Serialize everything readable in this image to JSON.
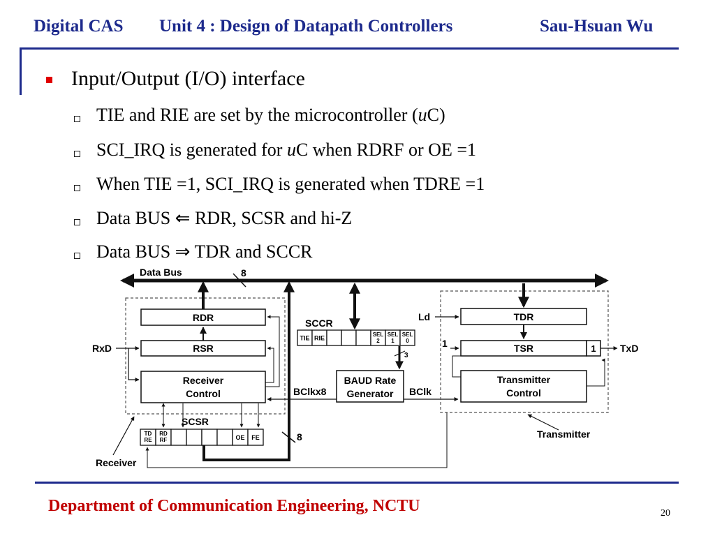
{
  "header": {
    "course": "Digital CAS",
    "unit": "Unit 4 : Design of Datapath Controllers",
    "author": "Sau-Hsuan Wu"
  },
  "main_bullet": "Input/Output (I/O) interface",
  "sub_bullets": [
    {
      "pre": "TIE and RIE are set by the microcontroller (",
      "ital": "u",
      "post": "C)"
    },
    {
      "pre": "SCI_IRQ is generated for ",
      "ital": "u",
      "post": "C when RDRF or OE =1"
    },
    {
      "pre": "When TIE =1, SCI_IRQ is generated when TDRE =1",
      "ital": "",
      "post": ""
    },
    {
      "pre": "Data BUS ⇐ RDR, SCSR and hi-Z",
      "ital": "",
      "post": ""
    },
    {
      "pre": "Data BUS ⇒ TDR and SCCR",
      "ital": "",
      "post": ""
    }
  ],
  "diagram": {
    "data_bus": "Data Bus",
    "bus_width": "8",
    "rdr": "RDR",
    "rsr": "RSR",
    "receiver_control": [
      "Receiver",
      "Control"
    ],
    "rxd": "RxD",
    "sccr": "SCCR",
    "sccr_cells": [
      "TIE",
      "RIE",
      "",
      "",
      "",
      "SEL\n2",
      "SEL\n1",
      "SEL\n0"
    ],
    "sel_width": "3",
    "baud": [
      "BAUD Rate",
      "Generator"
    ],
    "bclkx8": "BClkx8",
    "bclk": "BClk",
    "ld": "Ld",
    "tdr": "TDR",
    "tsr": "TSR",
    "tsr_bit": "1",
    "one_in": "1",
    "txd": "TxD",
    "transmitter_control": [
      "Transmitter",
      "Control"
    ],
    "scsr": "SCSR",
    "scsr_cells": [
      "TD\nRE",
      "RD\nRF",
      "",
      "",
      "",
      "",
      "OE",
      "FE"
    ],
    "bus_width_bottom": "8",
    "receiver": "Receiver",
    "transmitter": "Transmitter"
  },
  "footer": "Department of Communication Engineering, NCTU",
  "page_number": "20"
}
